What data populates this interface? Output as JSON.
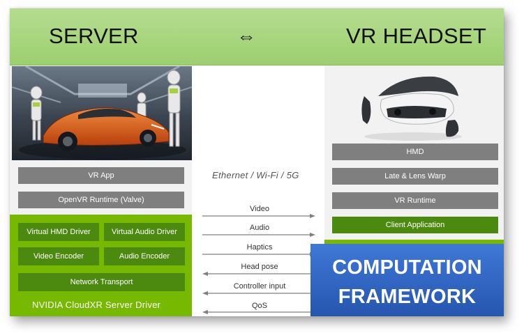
{
  "header": {
    "left_title": "SERVER",
    "arrow": "⇔",
    "right_title": "VR HEADSET"
  },
  "server": {
    "stack": [
      "VR App",
      "OpenVR Runtime (Valve)"
    ],
    "driver_boxes": [
      "Virtual HMD Driver",
      "Virtual Audio Driver",
      "Video Encoder",
      "Audio Encoder",
      "Network Transport"
    ],
    "driver_title": "NVIDIA CloudXR Server Driver"
  },
  "link": {
    "medium": "Ethernet / Wi-Fi / 5G",
    "flows": [
      {
        "label": "Video",
        "direction": "right"
      },
      {
        "label": "Audio",
        "direction": "right"
      },
      {
        "label": "Haptics",
        "direction": "right"
      },
      {
        "label": "Head pose",
        "direction": "left"
      },
      {
        "label": "Controller input",
        "direction": "left"
      },
      {
        "label": "QoS",
        "direction": "left"
      }
    ]
  },
  "headset": {
    "stack": [
      "HMD",
      "Late & Lens Warp",
      "VR Runtime"
    ],
    "client": "Client Application"
  },
  "banner": {
    "line1": "COMPUTATION",
    "line2": "FRAMEWORK"
  },
  "colors": {
    "header_green": "#a9d47f",
    "nvidia_green": "#76b900",
    "box_green": "#4b8a0e",
    "box_gray": "#7f7f7f",
    "banner_blue": "#2f63c0"
  }
}
